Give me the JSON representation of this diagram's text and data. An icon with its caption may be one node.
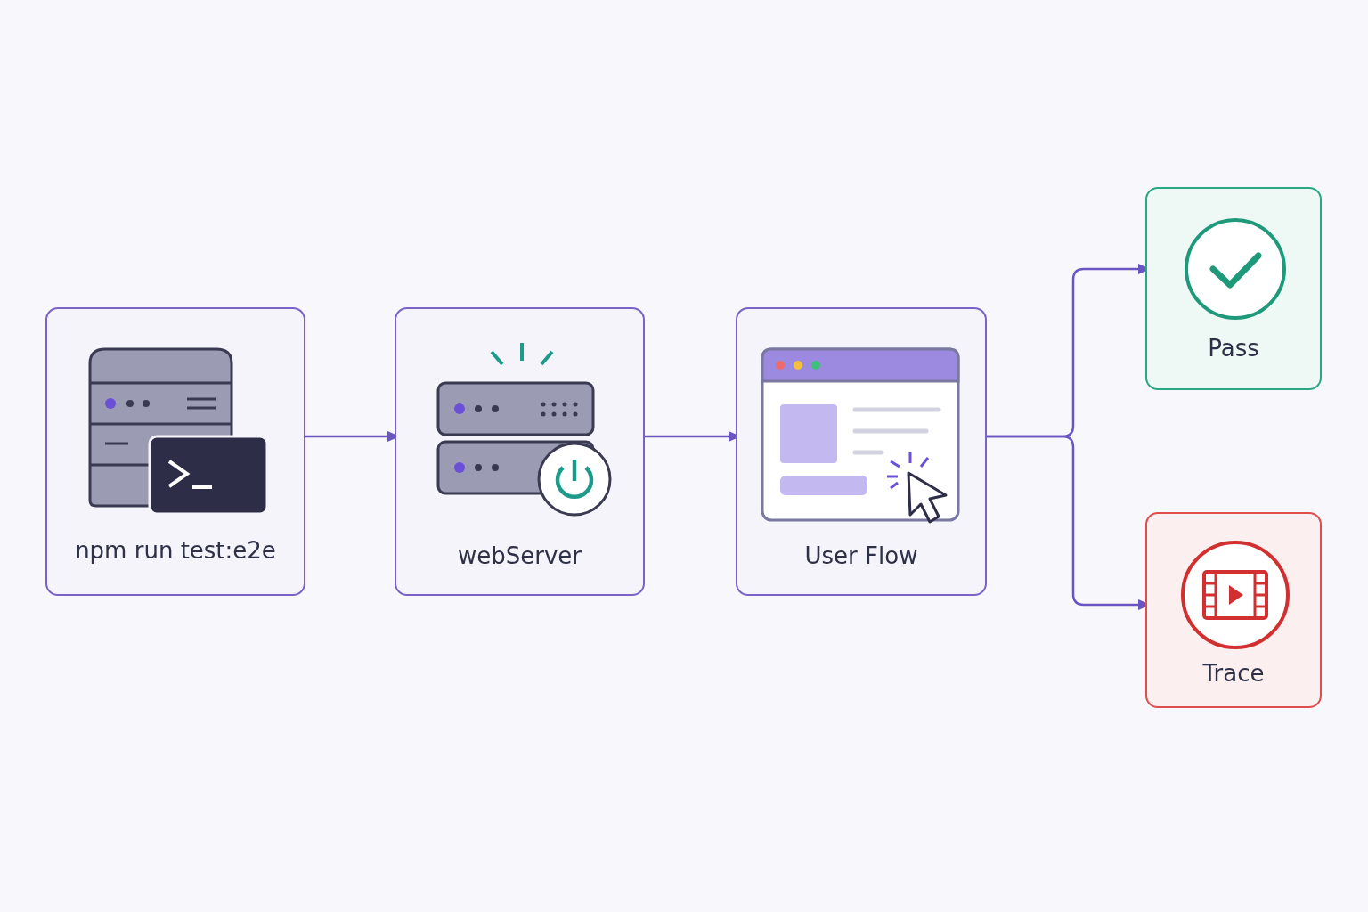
{
  "diagram": {
    "nodes": [
      {
        "text": [
          "npm run test:e2e"
        ]
      },
      {
        "text": [
          "webServer"
        ]
      },
      {
        "text": [
          "User Flow"
        ]
      },
      {
        "text": [
          "Pass"
        ]
      },
      {
        "text": [
          "Trace"
        ]
      }
    ],
    "edges": [
      {
        "from": 0,
        "to": 1,
        "arrow": "to"
      },
      {
        "from": 1,
        "to": 2,
        "arrow": "to"
      },
      {
        "from": 2,
        "to": 3,
        "arrow": "to"
      },
      {
        "from": 2,
        "to": 4,
        "arrow": "to"
      }
    ]
  }
}
